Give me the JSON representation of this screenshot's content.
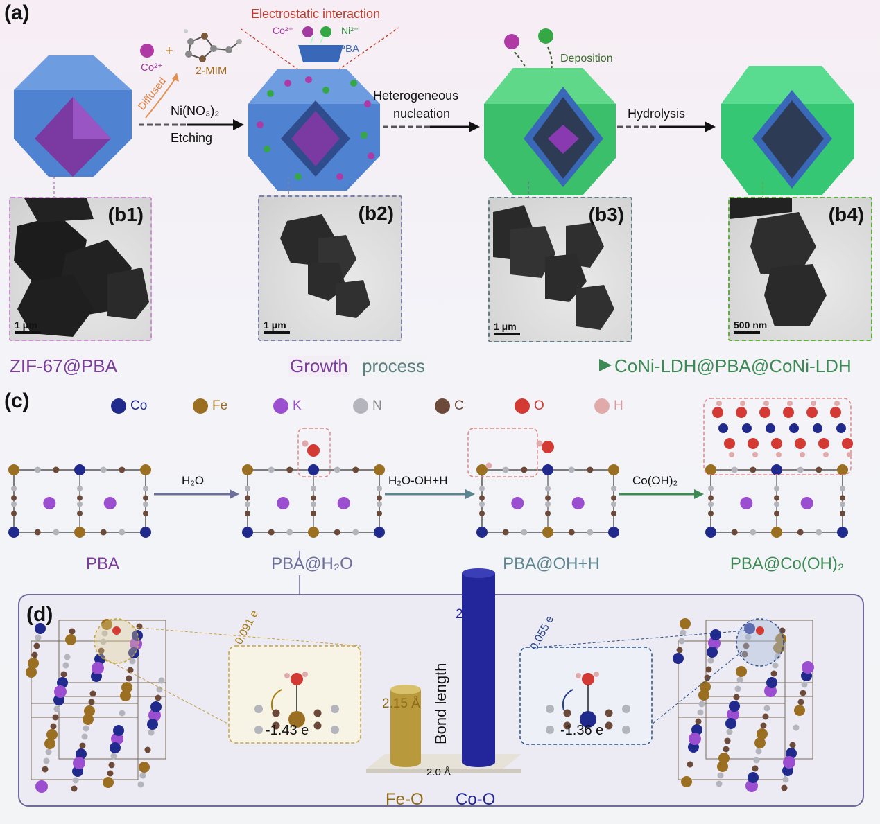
{
  "panels": {
    "a": "(a)",
    "c": "(c)",
    "d": "(d)"
  },
  "panel_a": {
    "top_title": "Electrostatic interaction",
    "co_ion": "Co²⁺",
    "ni_ion": "Ni²⁺",
    "pba_label": "PBA",
    "co_ion_left": "Co²⁺",
    "mim_label": "2-MIM",
    "diffused": "Diffused",
    "step1_top": "Ni(NO₃)₂",
    "step1_bottom": "Etching",
    "step2_top": "Heterogeneous",
    "step2_bottom": "nucleation",
    "deposition": "Deposition",
    "step3": "Hydrolysis"
  },
  "tem_images": [
    {
      "tag": "(b1)",
      "scale": "1 μm",
      "color": "#c98fd0"
    },
    {
      "tag": "(b2)",
      "scale": "1 μm",
      "color": "#7c7fa8"
    },
    {
      "tag": "(b3)",
      "scale": "1 μm",
      "color": "#5f7a80"
    },
    {
      "tag": "(b4)",
      "scale": "500 nm",
      "color": "#5fae3c"
    }
  ],
  "growth": {
    "start": "ZIF-67@PBA",
    "mid1": "Growth",
    "mid2": "process",
    "end": "CoNi-LDH@PBA@CoNi-LDH"
  },
  "legend": [
    {
      "label": "Co",
      "color": "#1f2a8c"
    },
    {
      "label": "Fe",
      "color": "#9a6f22"
    },
    {
      "label": "K",
      "color": "#9b4fd0"
    },
    {
      "label": "N",
      "color": "#b4b4bc"
    },
    {
      "label": "C",
      "color": "#6b4a3a"
    },
    {
      "label": "O",
      "color": "#d23a33"
    },
    {
      "label": "H",
      "color": "#e0aaaa"
    }
  ],
  "panel_c": {
    "stages": [
      "PBA",
      "PBA@H₂O",
      "PBA@OH+H",
      "PBA@Co(OH)₂"
    ],
    "arrows": [
      "H₂O",
      "H₂O-OH+H",
      "Co(OH)₂"
    ],
    "stage_colors": [
      "#7a3e9a",
      "#6d6f9a",
      "#5c8590",
      "#3d8a55"
    ]
  },
  "panel_d": {
    "fe_charge_transfer": "0.091 e",
    "fe_charge": "-1.43 e",
    "co_charge_transfer": "0.055 e",
    "co_charge": "-1.36 e",
    "bond_axis": "Bond length",
    "baseline": "2.0 Å",
    "bars": [
      {
        "label": "Fe-O",
        "value": 2.15,
        "value_text": "2.15 Å",
        "color": "#b89a3c"
      },
      {
        "label": "Co-O",
        "value": 2.39,
        "value_text": "2.39 Å",
        "color": "#23269a"
      }
    ]
  }
}
